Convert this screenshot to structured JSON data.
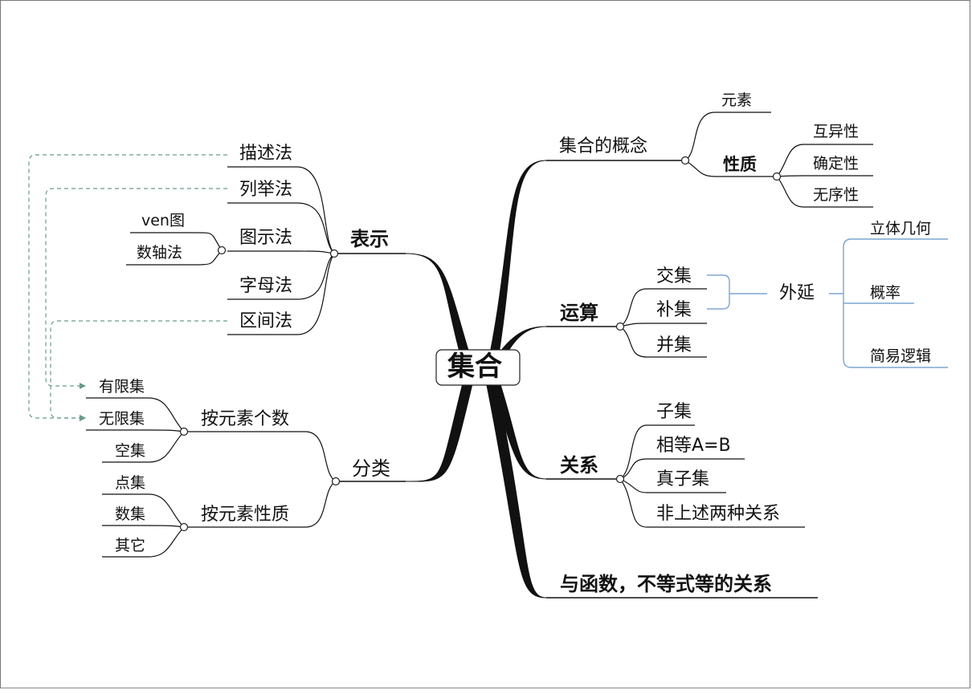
{
  "root": "集合",
  "left": {
    "representation": {
      "label": "表示",
      "methods": [
        "描述法",
        "列举法",
        "图示法",
        "字母法",
        "区间法"
      ],
      "diagram_methods": [
        "ven图",
        "数轴法"
      ]
    },
    "classification": {
      "label": "分类",
      "by_count": {
        "label": "按元素个数",
        "items": [
          "有限集",
          "无限集",
          "空集"
        ]
      },
      "by_property": {
        "label": "按元素性质",
        "items": [
          "点集",
          "数集",
          "其它"
        ]
      }
    }
  },
  "right": {
    "concept": {
      "label": "集合的概念",
      "element": "元素",
      "properties": {
        "label": "性质",
        "items": [
          "互异性",
          "确定性",
          "无序性"
        ]
      }
    },
    "operations": {
      "label": "运算",
      "items": [
        "交集",
        "补集",
        "并集"
      ],
      "extension": {
        "label": "外延",
        "items": [
          "立体几何",
          "概率",
          "简易逻辑"
        ]
      }
    },
    "relations": {
      "label": "关系",
      "items": [
        "子集",
        "相等A=B",
        "真子集",
        "非上述两种关系"
      ]
    },
    "functions": {
      "label": "与函数，不等式等的关系"
    }
  },
  "colors": {
    "line": "#111111",
    "link": "#6a9a8a",
    "bracket": "#7aa6d4"
  }
}
